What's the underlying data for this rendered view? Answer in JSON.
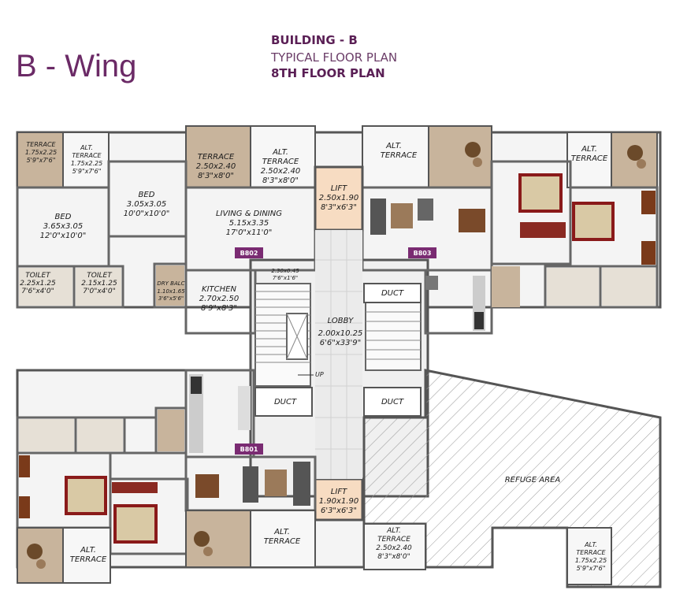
{
  "header": {
    "wing": "B - Wing",
    "building": "BUILDING - B",
    "plan_type": "TYPICAL FLOOR PLAN",
    "floor": "8TH FLOOR PLAN"
  },
  "colors": {
    "wall": "#8a8a8a",
    "terrace": "#c8b49c",
    "lift": "#f7dcc2",
    "unit_tag": "#7a2b72",
    "title": "#6b2a66"
  },
  "rooms": {
    "terrace_tl": {
      "name": "TERRACE",
      "l1": "1.75x2.25",
      "l2": "5'9\"x7'6\""
    },
    "alt_terrace_tl": {
      "name": "ALT.",
      "name2": "TERRACE",
      "l1": "1.75x2.25",
      "l2": "5'9\"x7'6\""
    },
    "terrace_tm": {
      "name": "TERRACE",
      "l1": "2.50x2.40",
      "l2": "8'3\"x8'0\""
    },
    "alt_terrace_tm": {
      "name": "ALT.",
      "name2": "TERRACE",
      "l1": "2.50x2.40",
      "l2": "8'3\"x8'0\""
    },
    "bed_a": {
      "name": "BED",
      "l1": "3.05x3.05",
      "l2": "10'0\"x10'0\""
    },
    "bed_b": {
      "name": "BED",
      "l1": "3.65x3.05",
      "l2": "12'0\"x10'0\""
    },
    "living": {
      "name": "LIVING & DINING",
      "l1": "5.15x3.35",
      "l2": "17'0\"x11'0\""
    },
    "toilet_a": {
      "name": "TOILET",
      "l1": "2.25x1.25",
      "l2": "7'6\"x4'0\""
    },
    "toilet_b": {
      "name": "TOILET",
      "l1": "2.15x1.25",
      "l2": "7'0\"x4'0\""
    },
    "dry_balc": {
      "name": "DRY BALC",
      "l1": "1.10x1.65",
      "l2": "3'6\"x5'6\""
    },
    "kitchen": {
      "name": "KITCHEN",
      "l1": "2.70x2.50",
      "l2": "8'9\"x8'3\""
    },
    "lift_top": {
      "name": "LIFT",
      "l1": "2.50x1.90",
      "l2": "8'3\"x6'3\""
    },
    "passage": {
      "l1": "2.30x0.45",
      "l2": "7'6\"x1'6\""
    },
    "lobby": {
      "name": "LOBBY",
      "l1": "2.00x10.25",
      "l2": "6'6\"x33'9\""
    },
    "duct_1": {
      "name": "DUCT"
    },
    "duct_2": {
      "name": "DUCT"
    },
    "duct_3": {
      "name": "DUCT"
    },
    "up": {
      "name": "UP"
    },
    "alt_terrace_tr1": {
      "name": "ALT.",
      "name2": "TERRACE"
    },
    "alt_terrace_tr2": {
      "name": "ALT.",
      "name2": "TERRACE"
    },
    "refuge": {
      "name": "REFUGE AREA"
    },
    "lift_bottom": {
      "name": "LIFT",
      "l1": "1.90x1.90",
      "l2": "6'3\"x6'3\""
    },
    "alt_terrace_bl": {
      "name": "ALT.",
      "name2": "TERRACE"
    },
    "alt_terrace_bm": {
      "name": "ALT.",
      "name2": "TERRACE"
    },
    "alt_terrace_br1": {
      "name": "ALT.",
      "name2": "TERRACE",
      "l1": "2.50x2.40",
      "l2": "8'3\"x8'0\""
    },
    "alt_terrace_br2": {
      "name": "ALT.",
      "name2": "TERRACE",
      "l1": "1.75x2.25",
      "l2": "5'9\"x7'6\""
    }
  },
  "units": {
    "b802": "B802",
    "b803": "B803",
    "b801": "B801"
  }
}
